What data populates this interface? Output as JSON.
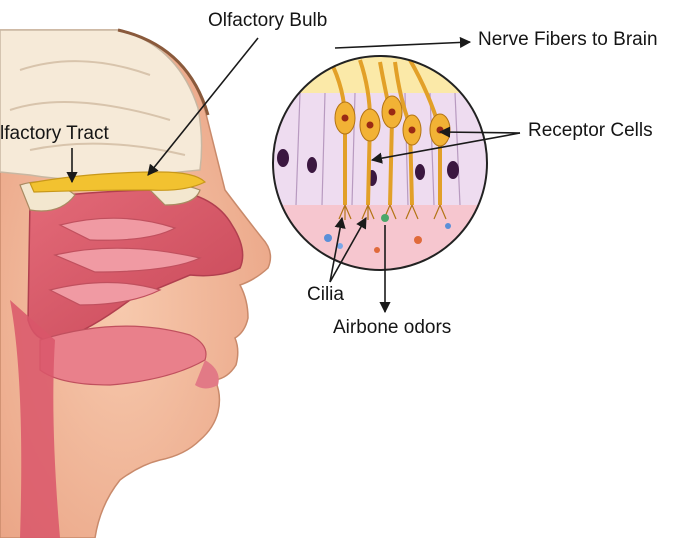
{
  "diagram": {
    "labels": {
      "olfactory_bulb": "Olfactory Bulb",
      "olfactory_tract": "lfactory Tract",
      "nerve_fibers": "Nerve Fibers to Brain",
      "receptor_cells": "Receptor Cells",
      "cilia": "Cilia",
      "airborne_odors": "Airbone odors"
    },
    "colors": {
      "skin": "#f0b497",
      "nasal_cavity": "#d9566a",
      "bulb": "#f2c230",
      "brain": "#f6ead8",
      "epithelium": "#eedcf0",
      "mucus": "#f6c6cf"
    }
  }
}
